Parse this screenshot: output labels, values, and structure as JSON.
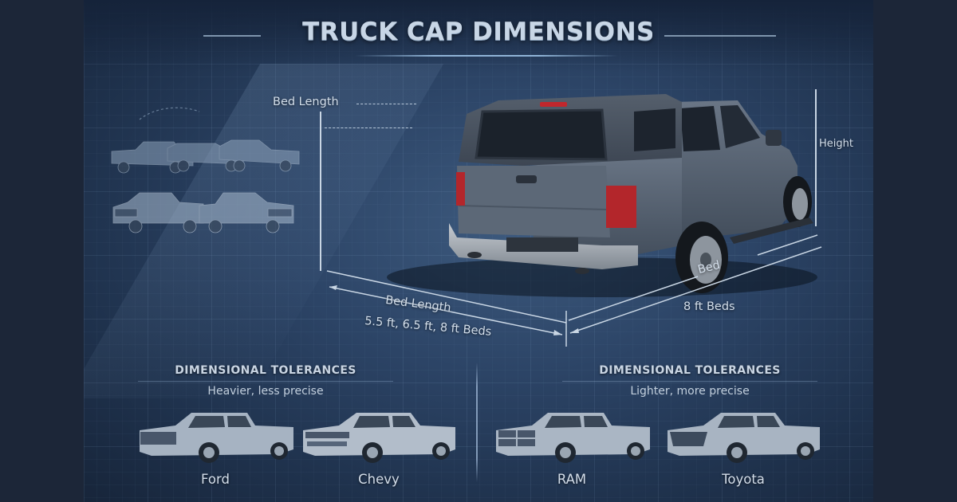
{
  "title": "TRUCK CAP DIMENSIONS",
  "colors": {
    "background": "#2c4466",
    "side_band": "#1c2638",
    "text": "#d3deea",
    "truck_body": "#55606e",
    "tail_light": "#b3262b"
  },
  "dimensions": {
    "bed_length_top_label": "Bed Length",
    "height_label": "Height",
    "bed_label": "Bed",
    "bed_right_note": "8 ft Beds",
    "bed_length_bottom_label": "Bed Length",
    "bed_length_sizes": "5.5 ft, 6.5 ft, 8 ft Beds"
  },
  "sections": [
    {
      "title": "DIMENSIONAL TOLERANCES",
      "subtitle": "Heavier, less precise",
      "brands": [
        {
          "name": "Ford"
        },
        {
          "name": "Chevy"
        }
      ]
    },
    {
      "title": "DIMENSIONAL TOLERANCES",
      "subtitle": "Lighter, more precise",
      "brands": [
        {
          "name": "RAM"
        },
        {
          "name": "Toyota"
        }
      ]
    }
  ]
}
